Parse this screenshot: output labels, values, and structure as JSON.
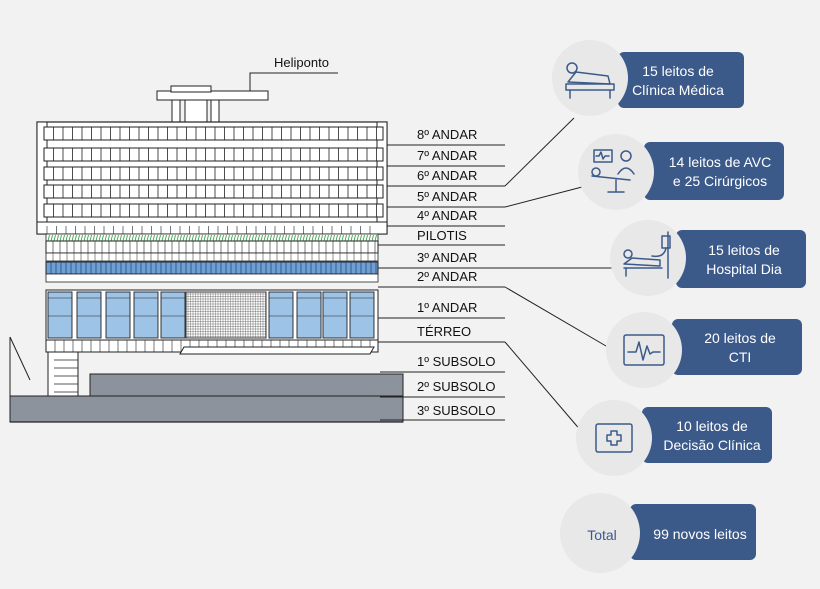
{
  "heliport_label": "Heliponto",
  "floors": [
    {
      "label": "8º ANDAR"
    },
    {
      "label": "7º ANDAR"
    },
    {
      "label": "6º ANDAR"
    },
    {
      "label": "5º ANDAR"
    },
    {
      "label": "4º ANDAR"
    },
    {
      "label": "PILOTIS"
    },
    {
      "label": "3º ANDAR"
    },
    {
      "label": "2º ANDAR"
    },
    {
      "label": "1º ANDAR"
    },
    {
      "label": "TÉRREO"
    },
    {
      "label": "1º SUBSOLO"
    },
    {
      "label": "2º SUBSOLO"
    },
    {
      "label": "3º SUBSOLO"
    }
  ],
  "cards": [
    {
      "line1": "15 leitos de",
      "line2": "Clínica Médica",
      "icon": "patient-bed-icon"
    },
    {
      "line1": "14 leitos de AVC",
      "line2": "e 25 Cirúrgicos",
      "icon": "surgery-icon"
    },
    {
      "line1": "15 leitos de",
      "line2": "Hospital Dia",
      "icon": "iv-drip-bed-icon"
    },
    {
      "line1": "20 leitos de",
      "line2": "CTI",
      "icon": "heart-monitor-icon"
    },
    {
      "line1": "10 leitos de",
      "line2": "Decisão Clínica",
      "icon": "medical-cross-icon"
    }
  ],
  "total": {
    "label": "Total",
    "value": "99 novos leitos"
  },
  "colors": {
    "card": "#3b5a8a",
    "circle": "#e8e8e8",
    "glass": "#9dc3e6",
    "basement": "#8c939c",
    "line": "#222222",
    "icon": "#3b5a8a"
  }
}
